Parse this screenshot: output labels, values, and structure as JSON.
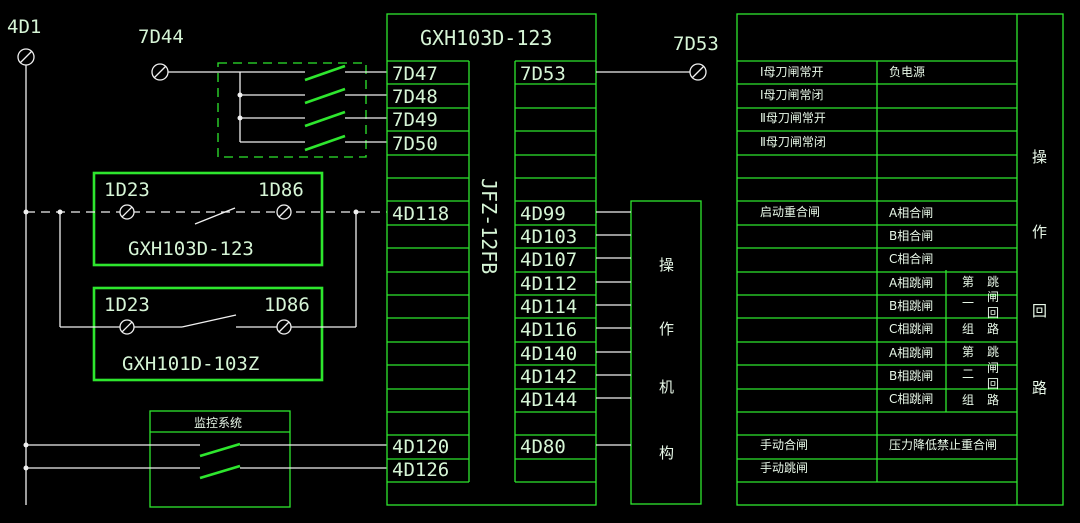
{
  "left_bus": {
    "label": "4D1"
  },
  "terminal_7d44": {
    "label": "7D44"
  },
  "terminal_7d53_top": {
    "label": "7D53"
  },
  "main_box": {
    "title": "GXH103D-123",
    "center_label": "JFZ-12FB",
    "left_terminals": [
      "7D47",
      "7D48",
      "7D49",
      "7D50",
      "4D118",
      "4D120",
      "4D126"
    ],
    "right_terminals": [
      "7D53",
      "4D99",
      "4D103",
      "4D107",
      "4D112",
      "4D114",
      "4D116",
      "4D140",
      "4D142",
      "4D144",
      "4D80"
    ]
  },
  "relay_1": {
    "left": "1D23",
    "right": "1D86",
    "name": "GXH103D-123"
  },
  "relay_2": {
    "left": "1D23",
    "right": "1D86",
    "name": "GXH101D-103Z"
  },
  "monitor": {
    "title": "监控系统"
  },
  "mechanism": {
    "chars": [
      "操",
      "作",
      "机",
      "构"
    ]
  },
  "right_table": {
    "side_chars": [
      "操",
      "作",
      "回",
      "路"
    ],
    "rows": [
      {
        "c1": "Ⅰ母刀闸常开",
        "c2": "负电源"
      },
      {
        "c1": "Ⅰ母刀闸常闭",
        "c2": ""
      },
      {
        "c1": "Ⅱ母刀闸常开",
        "c2": ""
      },
      {
        "c1": "Ⅱ母刀闸常闭",
        "c2": ""
      },
      {
        "c1": "启动重合闸",
        "c2": "A相合闸"
      },
      {
        "c1": "",
        "c2": "B相合闸"
      },
      {
        "c1": "",
        "c2": "C相合闸"
      },
      {
        "c1": "",
        "c2": "A相跳闸"
      },
      {
        "c1": "",
        "c2": "B相跳闸"
      },
      {
        "c1": "",
        "c2": "C相跳闸"
      },
      {
        "c1": "",
        "c2": "A相跳闸"
      },
      {
        "c1": "",
        "c2": "B相跳闸"
      },
      {
        "c1": "",
        "c2": "C相跳闸"
      },
      {
        "c1": "手动合闸",
        "c2": "压力降低禁止重合闸"
      },
      {
        "c1": "手动跳闸",
        "c2": ""
      }
    ],
    "group1": [
      "第",
      "一",
      "组",
      "跳",
      "闸",
      "回",
      "路"
    ],
    "group2": [
      "第",
      "二",
      "组",
      "跳",
      "闸",
      "回",
      "路"
    ]
  }
}
